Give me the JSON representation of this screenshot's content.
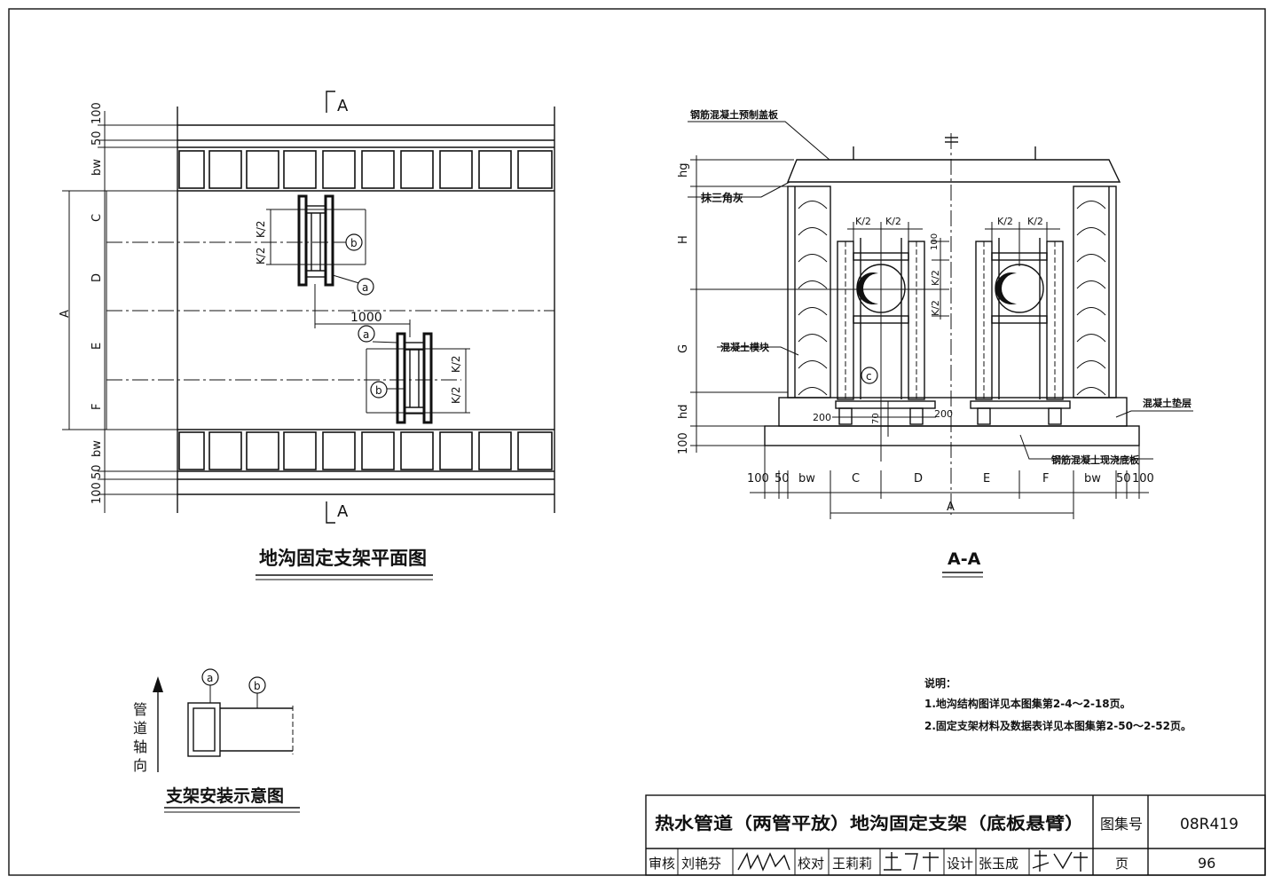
{
  "plan": {
    "title": "地沟固定支架平面图",
    "section_mark": "A",
    "dim_1000": "1000",
    "dims_left": [
      "100",
      "50",
      "bw",
      "C",
      "D",
      "E",
      "F",
      "bw",
      "50",
      "100"
    ],
    "dim_A": "A",
    "dims_k": [
      "K/2",
      "K/2",
      "K/2",
      "K/2"
    ],
    "mark_a": "a",
    "mark_b": "b"
  },
  "section": {
    "title": "A-A",
    "labels": {
      "cover": "钢筋混凝土预制盖板",
      "plaster": "抹三角灰",
      "block": "混凝土模块",
      "cushion": "混凝土垫层",
      "base": "钢筋混凝土现浇底板"
    },
    "dims_left": [
      "hg",
      "H",
      "G",
      "hd",
      "100"
    ],
    "dims_bottom": [
      "100",
      "50",
      "bw",
      "C",
      "D",
      "E",
      "F",
      "bw",
      "50",
      "100"
    ],
    "dim_A": "A",
    "dims_k": [
      "K/2",
      "K/2",
      "K/2",
      "K/2"
    ],
    "dim_100": "100",
    "dim_k2_v1": "K/2",
    "dim_k2_v2": "K/2",
    "dim_200a": "200",
    "dim_200b": "200",
    "dim_70": "70",
    "mark_c": "c"
  },
  "install": {
    "title": "支架安装示意图",
    "axis_label": [
      "管",
      "道",
      "轴",
      "向"
    ],
    "mark_a": "a",
    "mark_b": "b"
  },
  "notes": {
    "heading": "说明：",
    "lines": [
      "1.地沟结构图详见本图集第2-4～2-18页。",
      "2.固定支架材料及数据表详见本图集第2-50～2-52页。"
    ]
  },
  "title_block": {
    "title": "热水管道（两管平放）地沟固定支架（底板悬臂）",
    "atlas_label": "图集号",
    "atlas_no": "08R419",
    "review_label": "审核",
    "review_name": "刘艳芬",
    "check_label": "校对",
    "check_name": "王莉莉",
    "design_label": "设计",
    "design_name": "张玉成",
    "page_label": "页",
    "page_no": "96"
  }
}
